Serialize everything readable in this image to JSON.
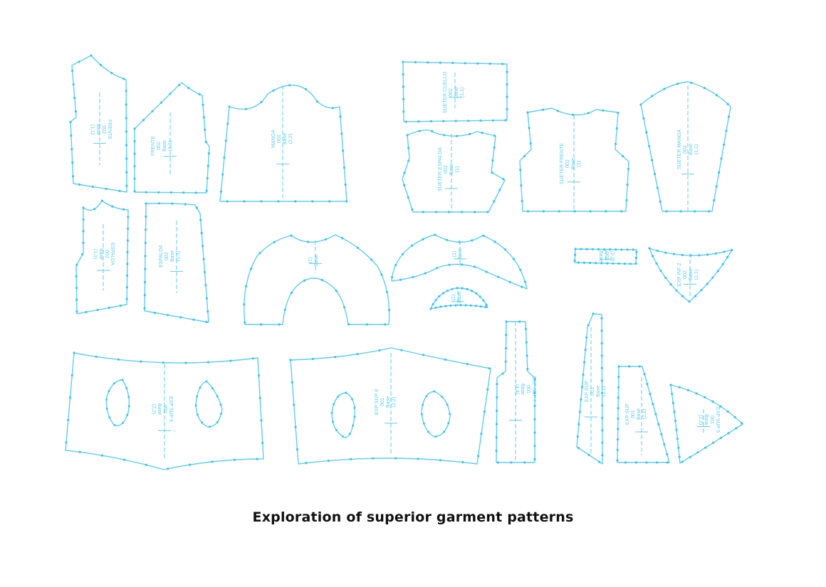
{
  "caption": "Exploration of superior garment patterns",
  "colors": {
    "line": "#5fcdee",
    "point": "#3ec2ec",
    "caption": "#111111",
    "background": "#ffffff"
  },
  "pieces": [
    {
      "id": "frente-1",
      "label": [
        "FRENTE",
        "002",
        "Base",
        "(1,1)"
      ]
    },
    {
      "id": "frente-2",
      "label": [
        "FRENTE",
        "002",
        "Base",
        "(1,1)"
      ]
    },
    {
      "id": "manga",
      "label": [
        "MANGA",
        "002",
        "Base",
        "(2,2)"
      ]
    },
    {
      "id": "espalda-1",
      "label": [
        "ESPALDA",
        "002",
        "Base",
        "(1,1)"
      ]
    },
    {
      "id": "espalda-2",
      "label": [
        "ESPALDA",
        "002",
        "Base",
        "(1,1)"
      ]
    },
    {
      "id": "sueter-cuello",
      "label": [
        "SUETER CUELLO",
        "002",
        "Base",
        "(1,1)"
      ]
    },
    {
      "id": "sueter-espalda",
      "label": [
        "SUETER ESPALDA",
        "002",
        "Base",
        "(1)"
      ]
    },
    {
      "id": "sueter-frente",
      "label": [
        "SUETER FRENTE",
        "002",
        "Base",
        "(1)"
      ]
    },
    {
      "id": "sueter-manga",
      "label": [
        "SUETER MANGA",
        "002",
        "Base",
        "(1,1)"
      ]
    },
    {
      "id": "cape-1",
      "label": [
        "(1)",
        "Base"
      ]
    },
    {
      "id": "cape-2",
      "label": [
        "(1)",
        "Base"
      ]
    },
    {
      "id": "cape-3",
      "label": [
        "(1)",
        "Base"
      ]
    },
    {
      "id": "strip",
      "label": [
        "(2,2)",
        "002",
        "Base"
      ]
    },
    {
      "id": "exp-inf-2",
      "label": [
        "EXP INF 2",
        "002",
        "Base",
        "(1,1)"
      ]
    },
    {
      "id": "exp-sup-6",
      "label": [
        "EXP SUP 6",
        "001",
        "Base",
        "(2,2)"
      ]
    },
    {
      "id": "exp-sup-8",
      "label": [
        "EXP SUP 8",
        "001",
        "Base",
        "(2,2)"
      ]
    },
    {
      "id": "exp-sup-7",
      "label": [
        "EXP SUP 7",
        "001",
        "Base",
        "(4,4)"
      ]
    },
    {
      "id": "exp-sup-1",
      "label": [
        "EXP SUP",
        "001",
        "Base",
        "(1,1)"
      ]
    },
    {
      "id": "exp-sup-2",
      "label": [
        "EXP SUP",
        "001",
        "Base",
        "(2,2)"
      ]
    },
    {
      "id": "exp-sup-5",
      "label": [
        "EXP SUP 5",
        "001",
        "Base",
        "(2,2)"
      ]
    }
  ]
}
